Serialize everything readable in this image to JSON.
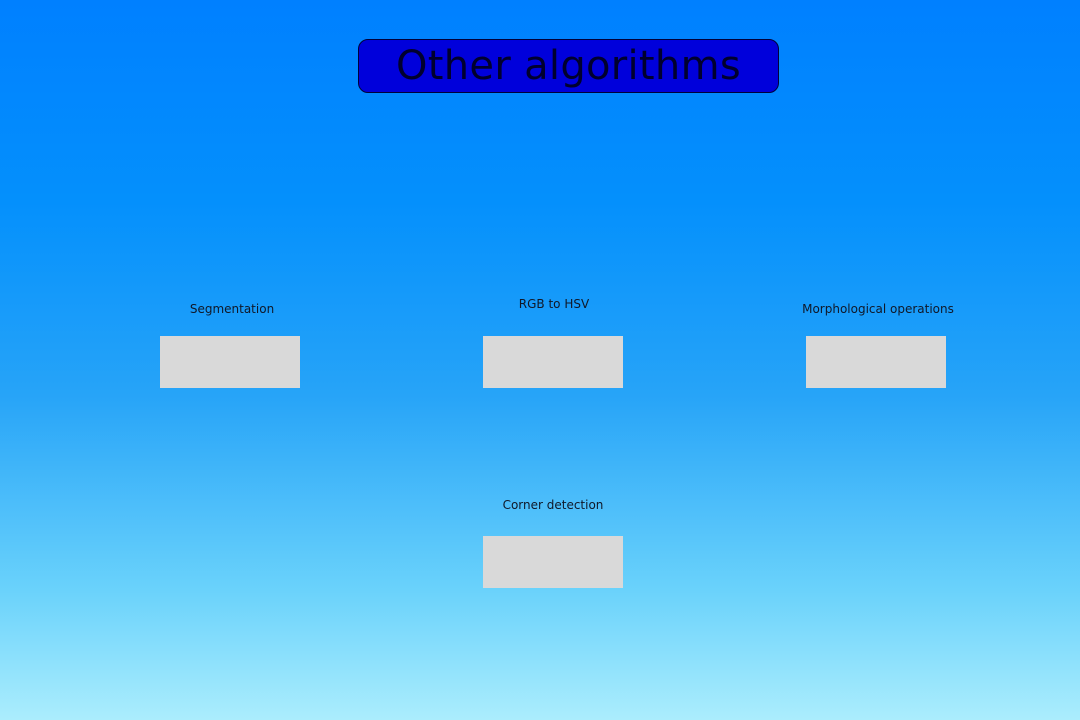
{
  "header": {
    "title": "Other algorithms"
  },
  "algorithms": [
    {
      "label": "Segmentation",
      "button_label": ""
    },
    {
      "label": "RGB to HSV",
      "button_label": ""
    },
    {
      "label": "Morphological operations",
      "button_label": ""
    },
    {
      "label": "Corner detection",
      "button_label": ""
    }
  ],
  "colors": {
    "title_background": "#0000db",
    "button_background": "#d9d9d9",
    "gradient_top": "#0080ff",
    "gradient_bottom": "#abedfd"
  }
}
